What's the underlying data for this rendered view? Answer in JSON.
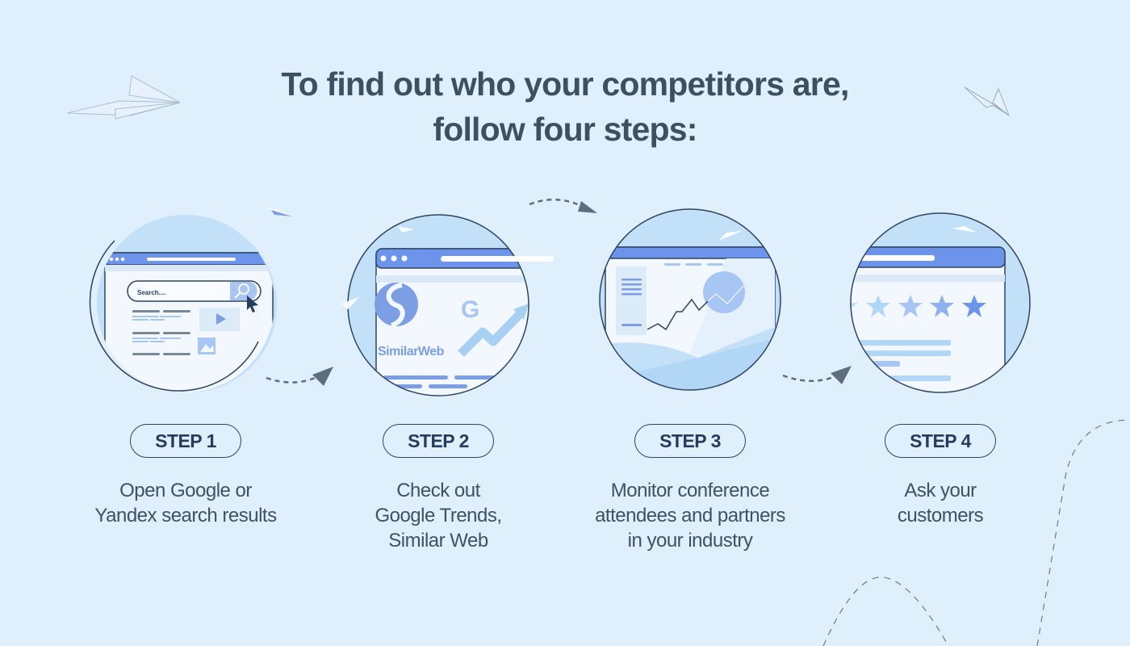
{
  "header": {
    "title_line1": "To find out who your competitors are,",
    "title_line2": "follow four steps:"
  },
  "colors": {
    "background": "#dfeffb",
    "title": "#3d4f60",
    "badge_text": "#253c5e",
    "browser_bar": "#6b94ea",
    "circle_fill": "#c2e0f8",
    "outline": "#2f4460",
    "arrow": "#5d6d7e"
  },
  "steps": [
    {
      "badge": "STEP 1",
      "desc_lines": [
        "Open Google or",
        "Yandex search results"
      ],
      "illustration": {
        "type": "search-browser",
        "search_placeholder": "Search....",
        "icons": [
          "magnifier-icon",
          "cursor-icon",
          "play-icon",
          "image-icon"
        ]
      }
    },
    {
      "badge": "STEP 2",
      "desc_lines": [
        "Check out",
        "Google Trends,",
        "Similar Web"
      ],
      "illustration": {
        "type": "analytics-browser",
        "logo_text": "SimilarWeb",
        "icons": [
          "similarweb-logo-icon",
          "google-g-icon",
          "trend-arrow-icon"
        ]
      }
    },
    {
      "badge": "STEP 3",
      "desc_lines": [
        "Monitor conference",
        "attendees and partners",
        "in your industry"
      ],
      "illustration": {
        "type": "chart-browser",
        "icons": [
          "line-chart-icon"
        ]
      }
    },
    {
      "badge": "STEP 4",
      "desc_lines": [
        "Ask your",
        "customers"
      ],
      "illustration": {
        "type": "review-browser",
        "star_count": 5,
        "icons": [
          "star-icon"
        ]
      }
    }
  ]
}
